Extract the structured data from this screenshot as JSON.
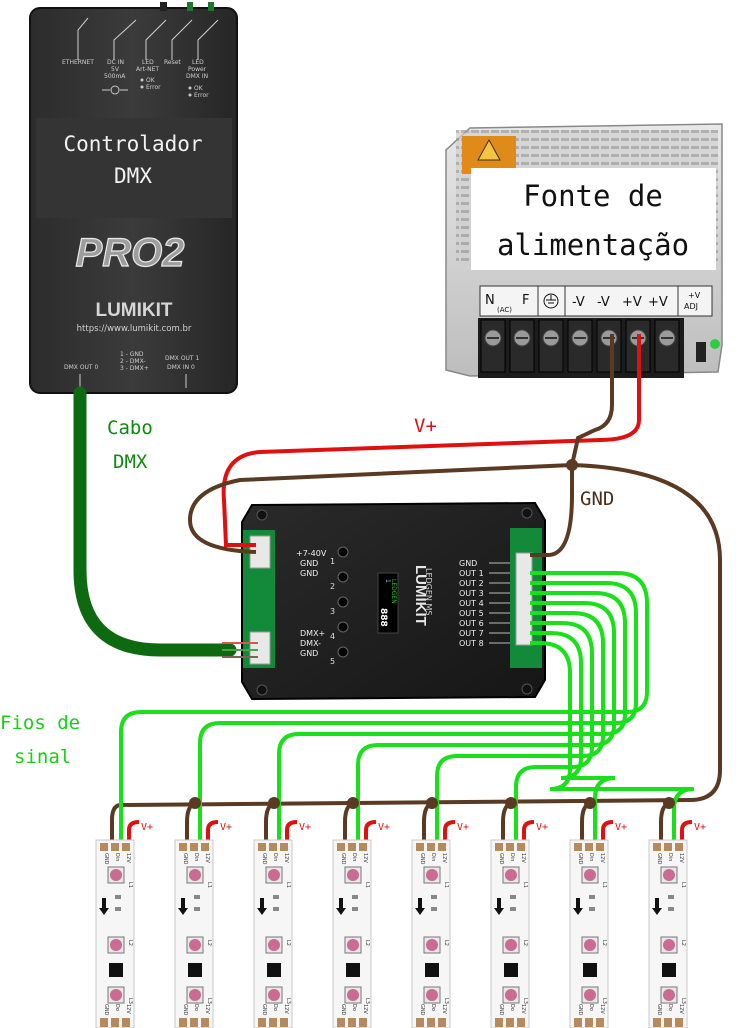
{
  "controller": {
    "title_line1": "Controlador",
    "title_line2": "DMX",
    "top_labels": [
      "ETHERNET",
      "DC IN",
      "5V",
      "500mA",
      "LED",
      "Art-NET",
      "Reset",
      "LED",
      "Power",
      "DMX IN",
      "OK",
      "Error",
      "OK",
      "Error"
    ],
    "model": "PRO2",
    "brand": "LUMIKIT",
    "url": "https://www.lumikit.com.br",
    "port_left": "DMX OUT 0",
    "pinout": [
      "1 - GND",
      "2 - DMX-",
      "3 - DMX+"
    ],
    "port_right_1": "DMX OUT 1",
    "port_right_2": "DMX IN 0"
  },
  "power_supply": {
    "title_line1": "Fonte de",
    "title_line2": "alimentação",
    "terminals": [
      "N",
      "(AC)",
      "F",
      "-V",
      "-V",
      "+V",
      "+V",
      "+V",
      "ADJ"
    ]
  },
  "decoder": {
    "brand": "LUMIKIT",
    "model": "LEDGEN MS",
    "power_terms": [
      "+7-40V",
      "GND",
      "GND"
    ],
    "dmx_terms": [
      "DMX+",
      "DMX-",
      "GND"
    ],
    "buttons": [
      "1",
      "2",
      "3",
      "4",
      "5"
    ],
    "outputs": [
      "GND",
      "OUT 1",
      "OUT 2",
      "OUT 3",
      "OUT 4",
      "OUT 5",
      "OUT 6",
      "OUT 7",
      "OUT 8"
    ],
    "display": [
      "1",
      "LEDGEN",
      "888"
    ]
  },
  "labels": {
    "cable_dmx_1": "Cabo",
    "cable_dmx_2": "DMX",
    "vplus": "V+",
    "gnd": "GND",
    "signal_1": "Fios de",
    "signal_2": "sinal",
    "strip_vplus": "V+"
  },
  "strip": {
    "pads_top": [
      "GND",
      "Din",
      "12V"
    ],
    "pads_bottom": [
      "GND",
      "Do",
      "12V"
    ],
    "cut_labels": [
      "L1",
      "L2",
      "L3"
    ],
    "count": 8
  },
  "colors": {
    "red_wire": "#e01010",
    "brown_wire": "#5a3a22",
    "signal_wire": "#19e019",
    "dmx_cable": "#0e6a10",
    "label_red": "#e01010",
    "label_brown": "#4a2e18",
    "label_green": "#0e8a10"
  }
}
